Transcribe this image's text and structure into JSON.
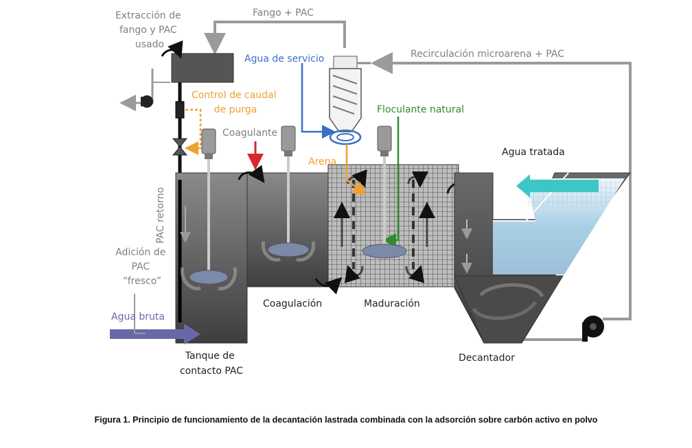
{
  "colors": {
    "gray_text": "#7f7f7f",
    "orange": "#f0a030",
    "blue": "#3a6fc8",
    "green": "#2e8b2e",
    "red": "#d9262c",
    "teal": "#3ec6c6",
    "purple": "#6868a8",
    "tank_dark": "#4a4a4a",
    "pipe": "#9a9a9a"
  },
  "labels": {
    "extraccion": [
      "Extracción de",
      "fango y PAC",
      "usado"
    ],
    "fango_pac": "Fango + PAC",
    "agua_servicio": "Agua de servicio",
    "recirculacion": "Recirculación microarena + PAC",
    "control_caudal": [
      "Control de caudal",
      "de purga"
    ],
    "floculante": "Floculante natural",
    "coagulante": "Coagulante",
    "arena": "Arena",
    "agua_tratada": "Agua tratada",
    "pac_retorno": "PAC retorno",
    "adicion_pac": [
      "Adición de",
      "PAC",
      "“fresco”"
    ],
    "agua_bruta": "Agua bruta",
    "tanque": [
      "Tanque de",
      "contacto PAC"
    ],
    "coagulacion": "Coagulación",
    "maduracion": "Maduración",
    "decantador": "Decantador"
  },
  "caption": "Figura 1. Principio de funcionamiento de la decantación lastrada combinada con la adsorción sobre carbón activo en polvo"
}
